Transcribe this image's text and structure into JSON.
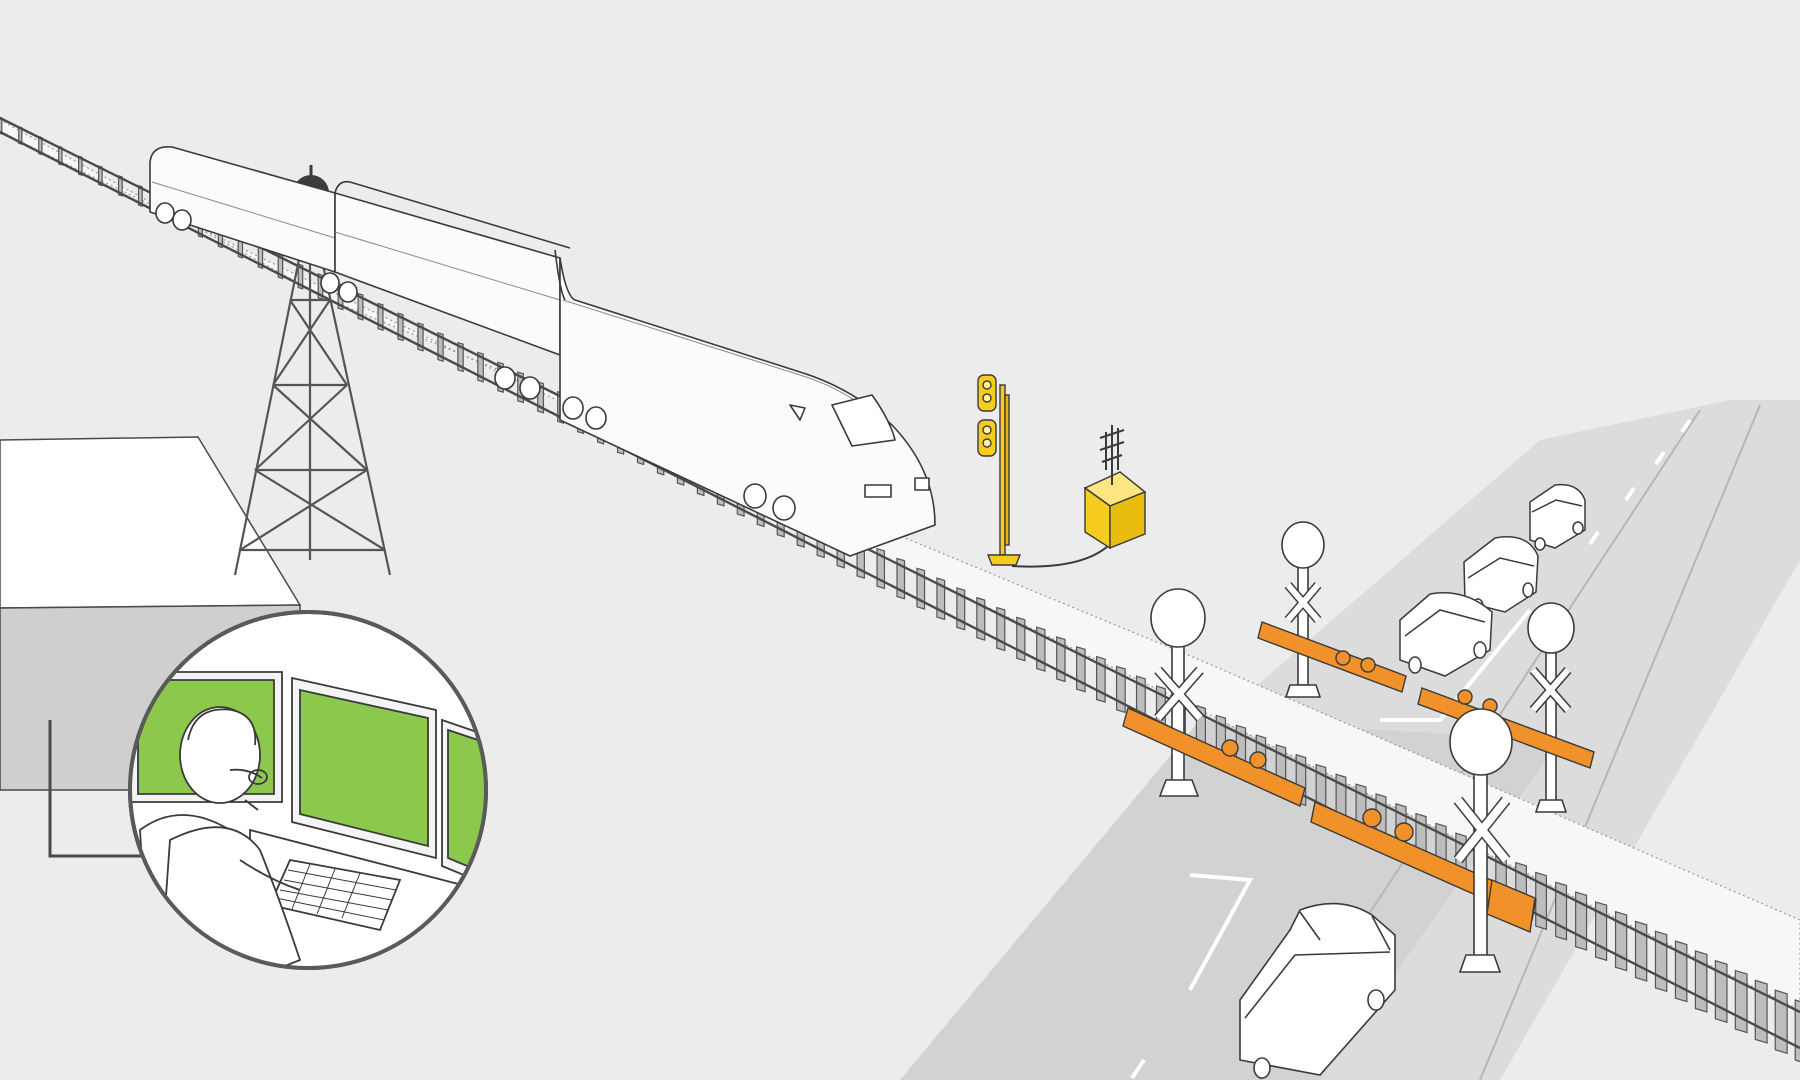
{
  "colors": {
    "background": "#ececec",
    "outline": "#3a3a3a",
    "train_fill": "#fafafa",
    "gate_arm": "#f0912a",
    "signal_yellow": "#f6cd1f",
    "monitor_green": "#8cc84b",
    "road": "#d4d4d4",
    "ballast": "#f6f6f6",
    "tower": "#5a5a5a",
    "building": "#ffffff"
  },
  "elements": {
    "train": "high-speed-train",
    "tower": "radio-tower",
    "signal": "wayside-signal",
    "box": "trackside-radio-box",
    "gates": "crossing-gates",
    "operator": "dispatcher-workstation",
    "vehicles": "road-vehicles"
  }
}
